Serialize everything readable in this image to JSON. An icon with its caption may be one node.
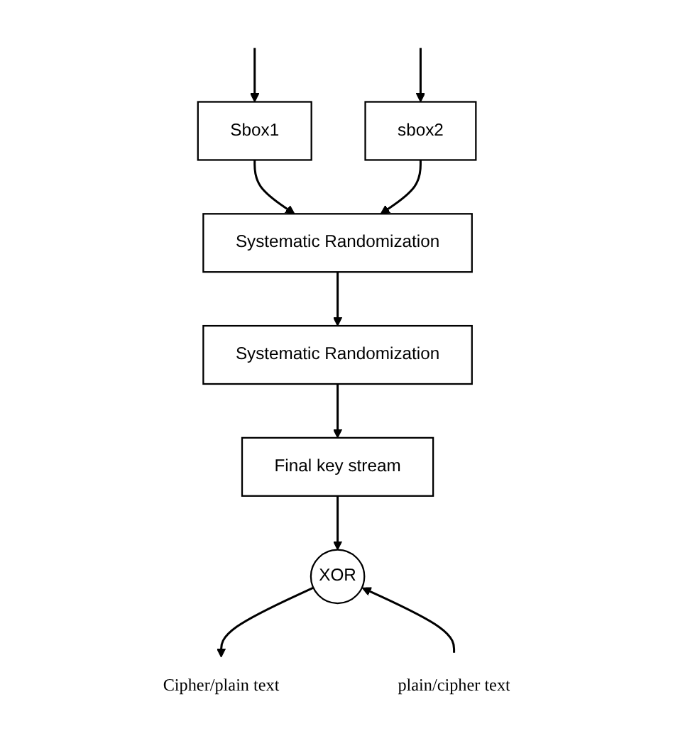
{
  "diagram": {
    "nodes": [
      {
        "text": [
          "Sbox1"
        ]
      },
      {
        "text": [
          "sbox2"
        ]
      },
      {
        "text": [
          "Systematic Randomization"
        ]
      },
      {
        "text": [
          "Systematic Randomization"
        ]
      },
      {
        "text": [
          "Final key stream"
        ]
      },
      {
        "text": [
          "XOR"
        ]
      },
      {
        "text": [
          "Cipher/plain text"
        ]
      },
      {
        "text": [
          "plain/cipher text"
        ]
      }
    ],
    "edges": [
      {
        "from": null,
        "to": 0,
        "arrow": "to"
      },
      {
        "from": null,
        "to": 1,
        "arrow": "to"
      },
      {
        "from": 0,
        "to": 2,
        "arrow": "to"
      },
      {
        "from": 1,
        "to": 2,
        "arrow": "to"
      },
      {
        "from": 2,
        "to": 3,
        "arrow": "to"
      },
      {
        "from": 3,
        "to": 4,
        "arrow": "to"
      },
      {
        "from": 4,
        "to": 5,
        "arrow": "to"
      },
      {
        "from": 5,
        "to": 6,
        "arrow": "to"
      },
      {
        "from": 7,
        "to": 5,
        "arrow": "to"
      }
    ]
  }
}
